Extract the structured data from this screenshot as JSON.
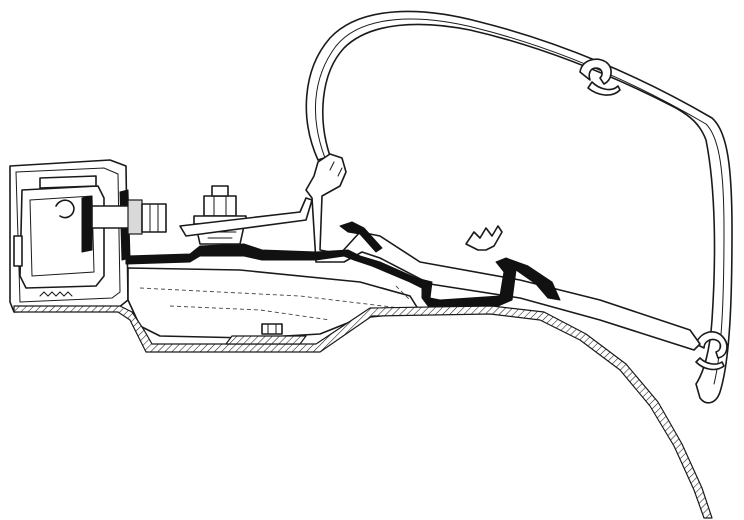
{
  "diagram": {
    "type": "technical cross-section",
    "style": "monochrome line drawing",
    "colors": {
      "line": "#1a1a1a",
      "fill": "#ffffff",
      "solid_profile": "#111111",
      "hatch": "#1a1a1a"
    },
    "parts": [
      "awning-cassette-housing",
      "clip-rail-hooks",
      "side-rail-profile",
      "bolt-and-nut",
      "black-adapter-profile",
      "mounting-bracket",
      "vehicle-roof-skin"
    ]
  }
}
